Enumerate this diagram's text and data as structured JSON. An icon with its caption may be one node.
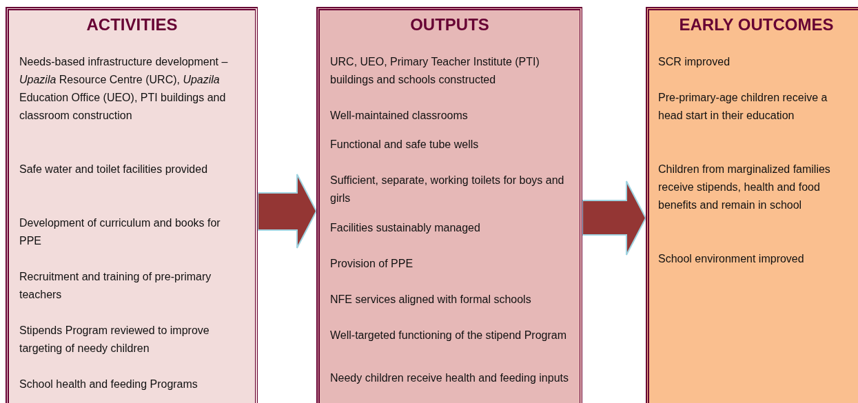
{
  "diagram": {
    "nodes": [
      {
        "text": [
          "ACTIVITIES",
          "Needs-based infrastructure development –*Upazila* Resource Centre (URC), *Upazila* Education Office (UEO), PTI buildings and classroom construction",
          "Safe water and toilet facilities provided",
          "Development of curriculum and books for PPE",
          "Recruitment and training of pre-primary teachers",
          "Stipends Program reviewed to improve targeting of needy children",
          "School health and feeding Programs"
        ]
      },
      {
        "text": [
          "OUTPUTS",
          "URC, UEO, Primary Teacher Institute (PTI) buildings and schools constructed",
          "Well-maintained classrooms",
          "Functional and safe tube wells",
          "Sufficient, separate, working toilets for boys and girls",
          "Facilities sustainably managed",
          "Provision of PPE",
          "NFE services aligned with formal schools",
          "Well-targeted functioning of the stipend Program",
          "Needy children receive health and feeding inputs"
        ]
      },
      {
        "text": [
          "EARLY OUTCOMES",
          "SCR improved",
          "Pre-primary-age children receive a head start in their education",
          "Children from marginalized families receive stipends, health and food benefits and remain in school",
          "School environment improved"
        ]
      }
    ],
    "edges": [
      {
        "from": 0,
        "to": 1,
        "arrow": "to"
      },
      {
        "from": 1,
        "to": 2,
        "arrow": "to"
      }
    ]
  }
}
